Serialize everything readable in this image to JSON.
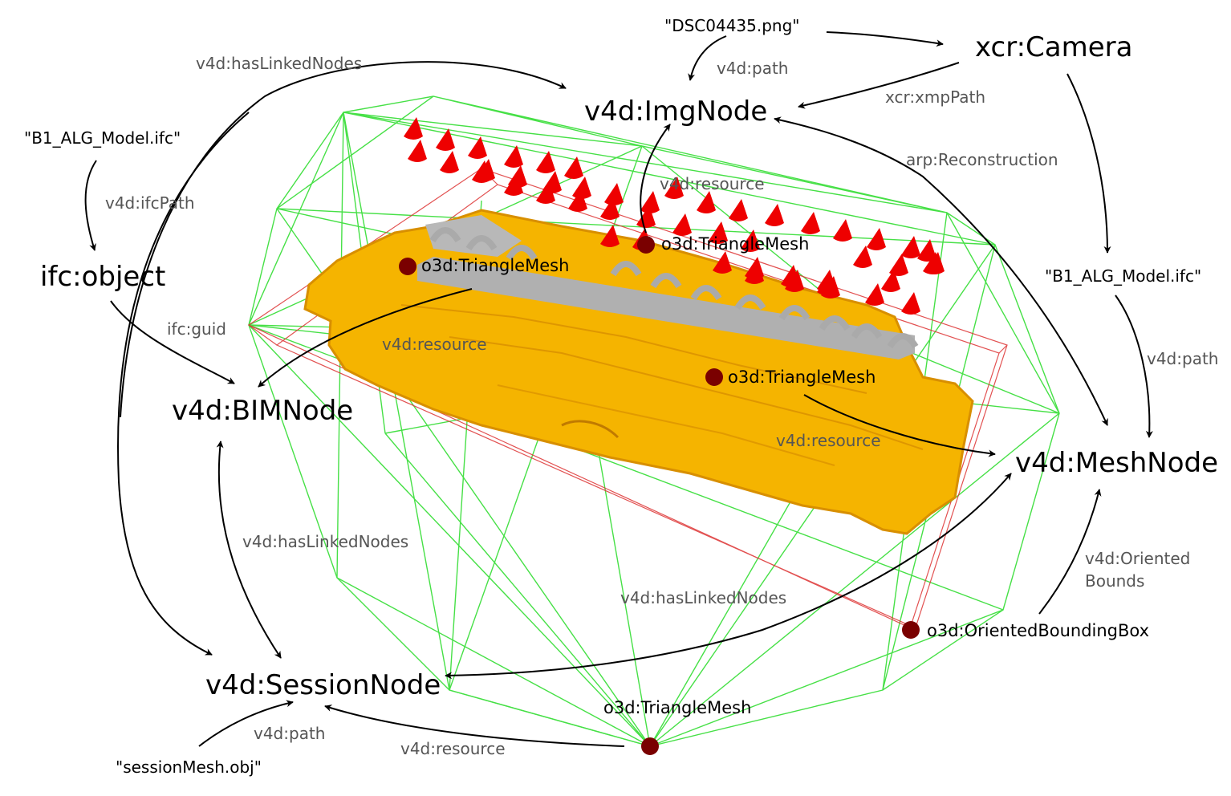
{
  "nodes": {
    "img": "v4d:ImgNode",
    "camera": "xcr:Camera",
    "ifc_object": "ifc:object",
    "bim": "v4d:BIMNode",
    "mesh": "v4d:MeshNode",
    "session": "v4d:SessionNode"
  },
  "literals": {
    "dsc": "\"DSC04435.png\"",
    "ifc_left": "\"B1_ALG_Model.ifc\"",
    "ifc_right": "\"B1_ALG_Model.ifc\"",
    "session_obj": "\"sessionMesh.obj\""
  },
  "instances": {
    "tm_top": "o3d:TriangleMesh",
    "tm_left": "o3d:TriangleMesh",
    "tm_mid": "o3d:TriangleMesh",
    "tm_bottom": "o3d:TriangleMesh",
    "obb": "o3d:OrientedBoundingBox"
  },
  "edges": {
    "haslinked_top": "v4d:hasLinkedNodes",
    "img_path": "v4d:path",
    "xmp_path": "xcr:xmpPath",
    "reconstruction": "arp:Reconstruction",
    "ifc_path": "v4d:ifcPath",
    "resource_img": "v4d:resource",
    "ifc_guid": "ifc:guid",
    "resource_bim": "v4d:resource",
    "mesh_path": "v4d:path",
    "resource_mesh": "v4d:resource",
    "oriented_bounds": "v4d:Oriented\nBounds",
    "haslinked_bim": "v4d:hasLinkedNodes",
    "haslinked_mesh": "v4d:hasLinkedNodes",
    "session_path": "v4d:path",
    "resource_session": "v4d:resource"
  },
  "colors": {
    "mesh": "#f5b400",
    "mesh_shadow": "#d88f00",
    "beam": "#b0b0b0",
    "camera_cone": "#ee0000",
    "wire_green": "#33dd33",
    "wire_red": "#dd3333",
    "instance_dot": "#7a0000",
    "arrow": "#000000"
  }
}
